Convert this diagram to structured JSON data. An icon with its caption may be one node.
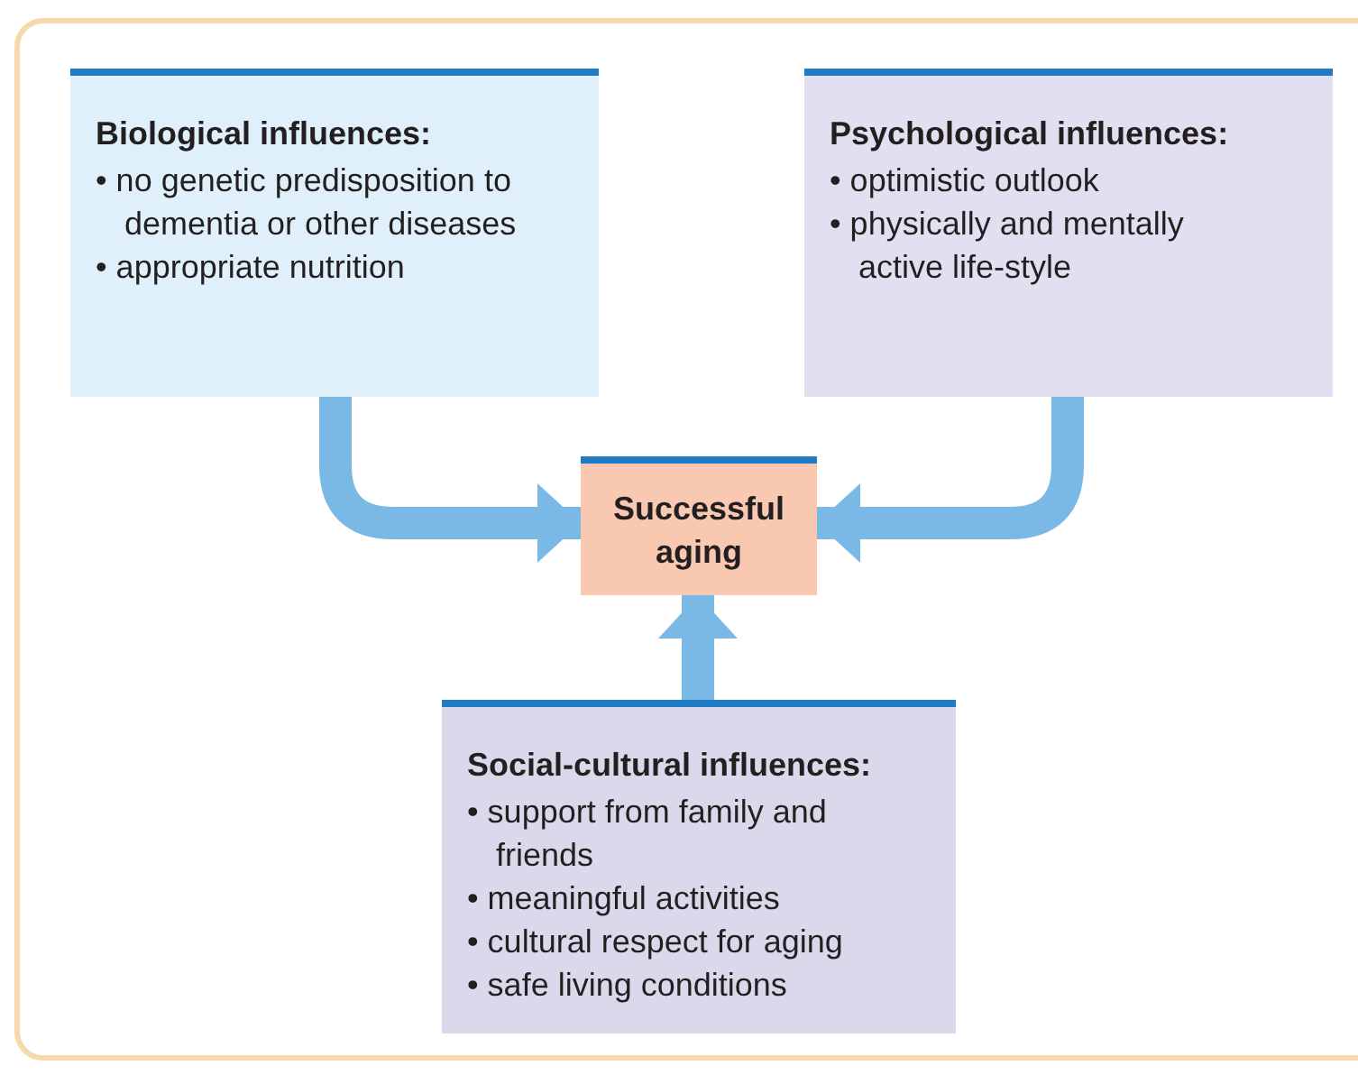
{
  "diagram": {
    "nodes": [
      {
        "text": [
          "Biological influences:",
          "• no genetic predisposition to dementia or other diseases",
          "• appropriate nutrition"
        ]
      },
      {
        "text": [
          "Psychological influences:",
          "• optimistic outlook",
          "• physically and mentally active life-style"
        ]
      },
      {
        "text": [
          "Successful aging"
        ]
      },
      {
        "text": [
          "Social-cultural influences:",
          "• support from family and friends",
          "• meaningful activities",
          "• cultural respect for aging",
          "• safe living conditions"
        ]
      }
    ],
    "edges": [
      {
        "from": 0,
        "to": 2,
        "arrow": "to"
      },
      {
        "from": 1,
        "to": 2,
        "arrow": "to"
      },
      {
        "from": 3,
        "to": 2,
        "arrow": "to"
      }
    ]
  }
}
